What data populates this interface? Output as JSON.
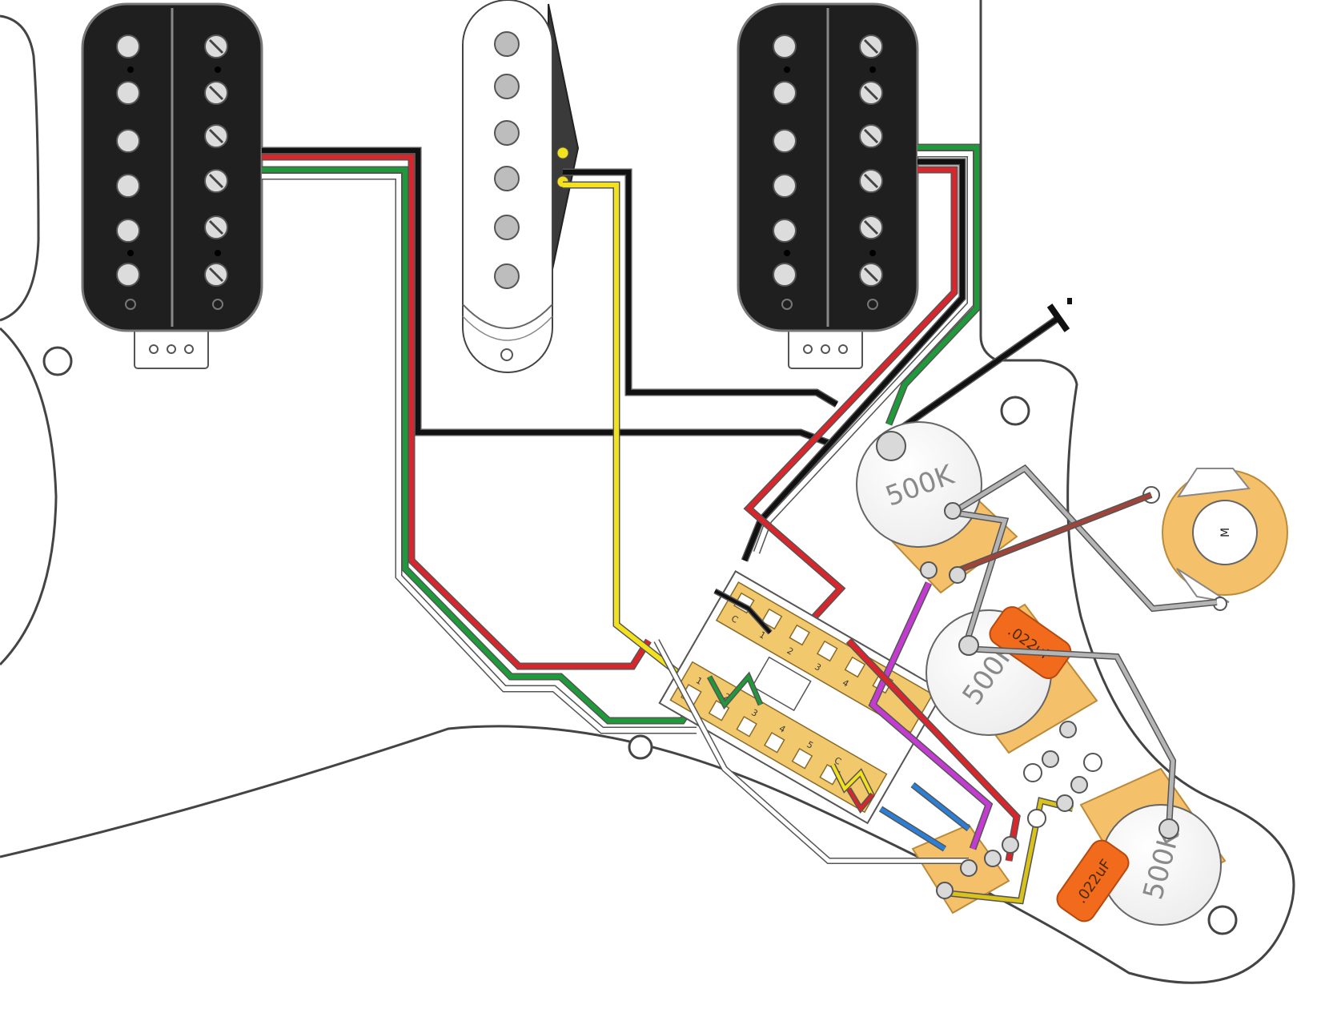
{
  "pots": [
    {
      "id": "volume",
      "label": "500K"
    },
    {
      "id": "tone1",
      "label": "500K"
    },
    {
      "id": "tone2",
      "label": "500K"
    }
  ],
  "capacitors": [
    {
      "id": "cap1",
      "label": ".022uF"
    },
    {
      "id": "cap2",
      "label": ".022uF"
    }
  ],
  "jack": {
    "label": "M"
  },
  "switch": {
    "top_lugs": [
      "C",
      "1",
      "2",
      "3",
      "4",
      "5"
    ],
    "bottom_lugs": [
      "1",
      "2",
      "3",
      "4",
      "5",
      "C"
    ]
  },
  "colors": {
    "pickguard": "#ffffff",
    "humbucker": "#1f1f1f",
    "single_coil": "#ffffff",
    "pot_body": "#f4c06a",
    "capacitor": "#f26a1b",
    "switch_base": "#f2c86c",
    "wire_red": "#d8262c",
    "wire_green": "#1f9a3a",
    "wire_black": "#111111",
    "wire_white": "#d9d9d9",
    "wire_yellow": "#f3e11d",
    "wire_blue": "#2b7fd6",
    "wire_purple": "#c43bd1",
    "wire_grey": "#b5b5b5"
  },
  "icons": [
    "pickguard-outline",
    "humbucker-neck",
    "single-coil-middle",
    "humbucker-bridge",
    "five-way-switch",
    "volume-pot",
    "tone-pot",
    "output-jack",
    "ground-lug"
  ]
}
